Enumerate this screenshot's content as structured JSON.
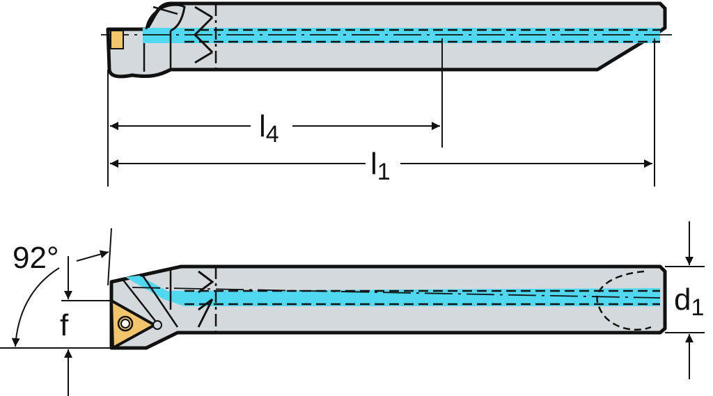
{
  "diagram": {
    "title_hidden": null,
    "colors": {
      "body": "#d3d9dc",
      "coolant": "#4fd8f0",
      "insert": "#f2c56c",
      "outline": "#111111"
    },
    "labels": {
      "l4": {
        "main": "l",
        "sub": "4"
      },
      "l1": {
        "main": "l",
        "sub": "1"
      },
      "d1": {
        "main": "d",
        "sub": "1"
      },
      "f": "f",
      "angle": "92°"
    }
  }
}
